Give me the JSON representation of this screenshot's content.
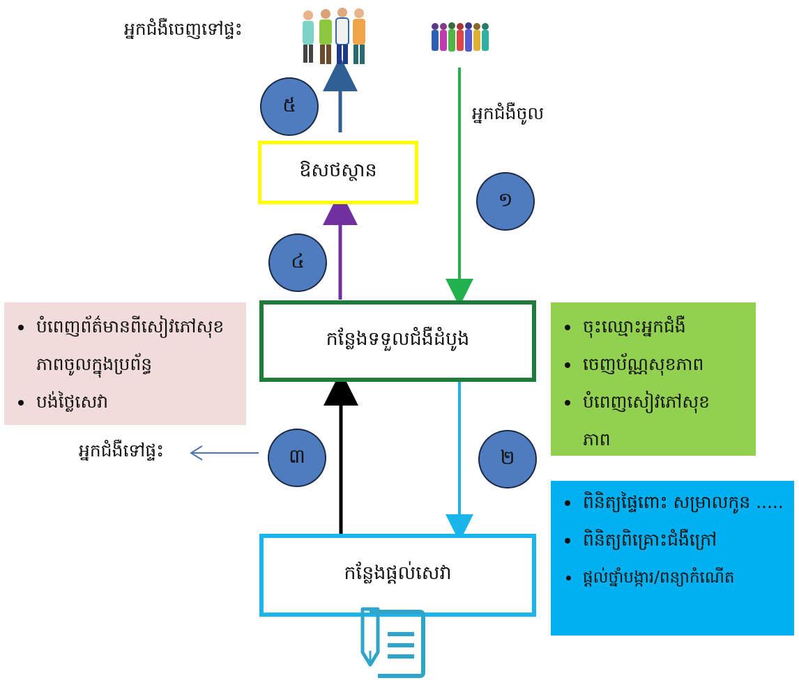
{
  "labels": {
    "patients_leave_home": "អ្នកជំងឺចេញទៅផ្ទះ",
    "patients_enter": "អ្នកជំងឺចូល",
    "patients_go_home": "អ្នកជំងឺទៅផ្ទះ"
  },
  "boxes": {
    "pharmacy": "ឱសថស្ថាន",
    "reception": "កន្លែងទទួលជំងឺដំបូង",
    "service": "កន្លែងផ្ដល់សេវា"
  },
  "steps": [
    "១",
    "២",
    "៣",
    "៤",
    "៥"
  ],
  "panels": {
    "left": [
      "បំពេញព័ត៌មានពីសៀវភៅសុខភាពចូលក្នុងប្រព័ន្ធ",
      "បង់ថ្លៃសេវា"
    ],
    "right_green": [
      "ចុះឈ្មោះអ្នកជំងឺ",
      "ចេញប័ណ្ណសុខភាព",
      "បំពេញសៀវភៅសុខភាព"
    ],
    "right_blue": [
      "ពិនិត្យផ្ទៃពោះ សម្រាលកូន .....",
      "ពិនិត្យពិគ្រោះជំងឺក្រៅ",
      "ផ្ដល់ថ្នាំបង្ការ/ពន្យាកំណើត"
    ]
  },
  "icons": {
    "people_out": "group-of-people-icon",
    "people_in": "crowd-of-people-icon",
    "document": "document-pen-icon"
  },
  "colors": {
    "pharmacy_border": "#ffff00",
    "reception_border": "#1e7b3a",
    "service_border": "#1ab5ea",
    "step_fill": "#4f7bbf",
    "left_panel": "#f2dcdb",
    "green_panel": "#92d050",
    "blue_panel": "#00b0f0",
    "arrow_exit": "#2f5f93",
    "arrow_pharmacy": "#7030a0",
    "arrow_enter": "#22b14c",
    "arrow_service": "#1ab5ea",
    "arrow_return": "#000000",
    "arrow_home": "#4a74b5"
  }
}
